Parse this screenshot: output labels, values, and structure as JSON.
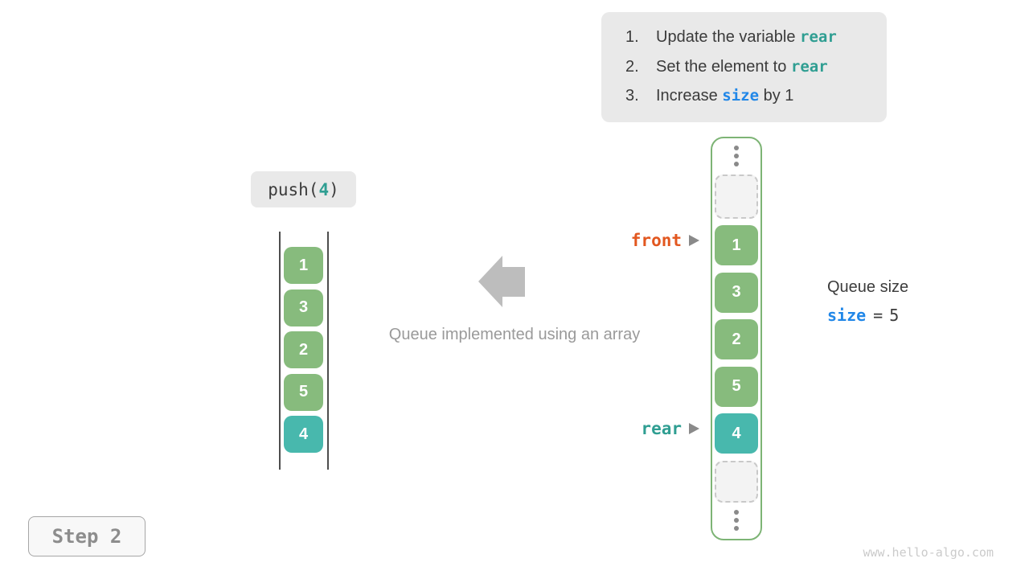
{
  "instructions": {
    "items": [
      {
        "num": "1.",
        "pre": "Update the variable ",
        "code": "rear",
        "post": ""
      },
      {
        "num": "2.",
        "pre": "Set the element to ",
        "code": "rear",
        "post": ""
      },
      {
        "num": "3.",
        "pre": "Increase ",
        "code": "size",
        "post": " by 1"
      }
    ]
  },
  "push_label": {
    "fn": "push(",
    "arg": "4",
    "close": ")"
  },
  "left_stack": {
    "values": [
      "1",
      "3",
      "2",
      "5",
      "4"
    ],
    "highlighted_value": "4"
  },
  "arrow_caption": "Queue implemented using an array",
  "array": {
    "cells": [
      "1",
      "3",
      "2",
      "5",
      "4"
    ],
    "highlighted_value": "4"
  },
  "pointers": {
    "front": "front",
    "rear": "rear"
  },
  "queue_size": {
    "title": "Queue size",
    "var": "size",
    "eq": "=",
    "value": "5"
  },
  "step_label": "Step 2",
  "watermark": "www.hello-algo.com",
  "colors": {
    "cell_green": "#87bb7d",
    "cell_teal": "#48b8ad",
    "container_border": "#7db475",
    "front_orange": "#e2571f",
    "rear_teal": "#2f9e92",
    "size_blue": "#2187e8",
    "gray_arrow": "#bdbdbd",
    "box_bg": "#e9e9e9"
  }
}
